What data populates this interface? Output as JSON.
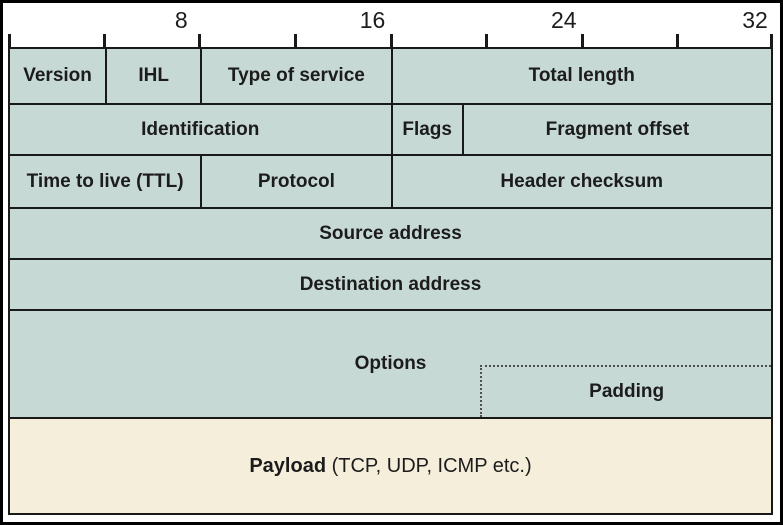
{
  "colors": {
    "background": "#ffffff",
    "frame": "#000000",
    "border": "#191919",
    "dotted_border": "#4f4f4f",
    "cell_fill": "#c7d9d5",
    "payload_fill": "#f5eedb",
    "text": "#1c1c1c"
  },
  "ruler": {
    "tick_bits": [
      0,
      4,
      8,
      12,
      16,
      20,
      24,
      28,
      32
    ],
    "labels": [
      {
        "text": "8",
        "bit": 8
      },
      {
        "text": "16",
        "bit": 16
      },
      {
        "text": "24",
        "bit": 24
      },
      {
        "text": "32",
        "bit": 32
      }
    ]
  },
  "fields": {
    "version": "Version",
    "ihl": "IHL",
    "type_of_service": "Type of service",
    "total_length": "Total length",
    "identification": "Identification",
    "flags": "Flags",
    "fragment_offset": "Fragment offset",
    "ttl": "Time to live (TTL)",
    "protocol": "Protocol",
    "header_checksum": "Header checksum",
    "source_address": "Source address",
    "destination_address": "Destination address",
    "options": "Options",
    "padding": "Padding"
  },
  "payload": {
    "name": "Payload",
    "detail": " (TCP, UDP, ICMP etc.)"
  }
}
